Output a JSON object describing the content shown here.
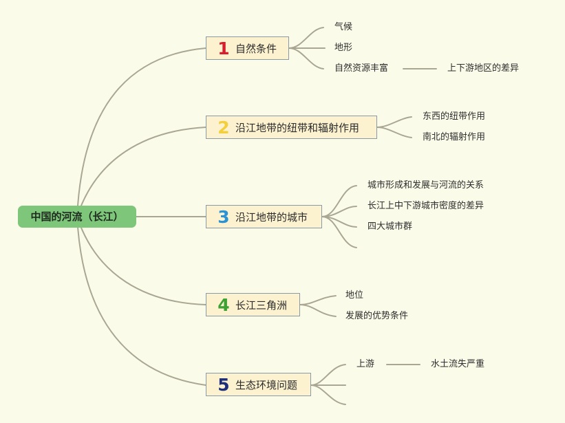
{
  "root": {
    "label": "中国的河流（长江）",
    "color": "#7dc67a"
  },
  "branches": [
    {
      "number": "1",
      "number_color": "#d81e2c",
      "label": "自然条件",
      "children": [
        {
          "label": "气候"
        },
        {
          "label": "地形"
        },
        {
          "label": "自然资源丰富",
          "child": {
            "label": "上下游地区的差异"
          }
        }
      ]
    },
    {
      "number": "2",
      "number_color": "#f4cf3c",
      "label": "沿江地带的纽带和辐射作用",
      "children": [
        {
          "label": "东西的纽带作用"
        },
        {
          "label": "南北的辐射作用"
        }
      ]
    },
    {
      "number": "3",
      "number_color": "#2a93d5",
      "label": "沿江地带的城市",
      "children": [
        {
          "label": "城市形成和发展与河流的关系"
        },
        {
          "label": "长江上中下游城市密度的差异"
        },
        {
          "label": "四大城市群"
        },
        {
          "label": ""
        }
      ]
    },
    {
      "number": "4",
      "number_color": "#3da135",
      "label": "长江三角洲",
      "children": [
        {
          "label": "地位"
        },
        {
          "label": "发展的优势条件"
        }
      ]
    },
    {
      "number": "5",
      "number_color": "#1d2f7a",
      "label": "生态环境问题",
      "children": [
        {
          "label": "上游",
          "child": {
            "label": "水土流失严重"
          }
        },
        {
          "label": ""
        },
        {
          "label": ""
        }
      ]
    }
  ]
}
